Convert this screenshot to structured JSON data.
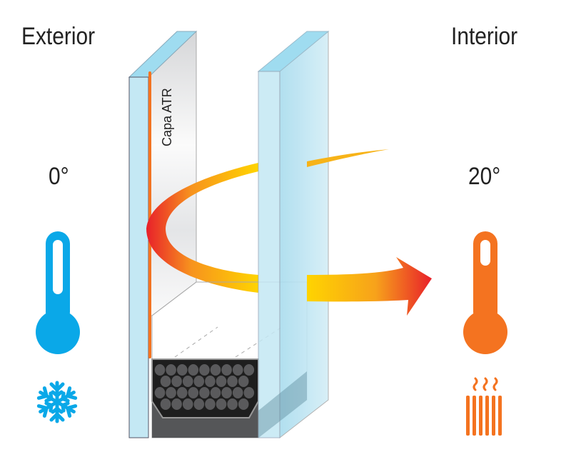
{
  "exterior": {
    "title": "Exterior",
    "temperature": "0°"
  },
  "interior": {
    "title": "Interior",
    "temperature": "20°"
  },
  "coating_label": "Capa ATR",
  "colors": {
    "cold": "#0aa8e8",
    "warm": "#f47320",
    "glass": "#c4e8f4",
    "glass_top": "#9fdcf0",
    "spacer": "#222222"
  },
  "icons": {
    "exterior_thermometer": "thermometer-icon",
    "exterior_symbol": "snowflake-icon",
    "interior_thermometer": "thermometer-icon",
    "interior_symbol": "heater-icon"
  }
}
